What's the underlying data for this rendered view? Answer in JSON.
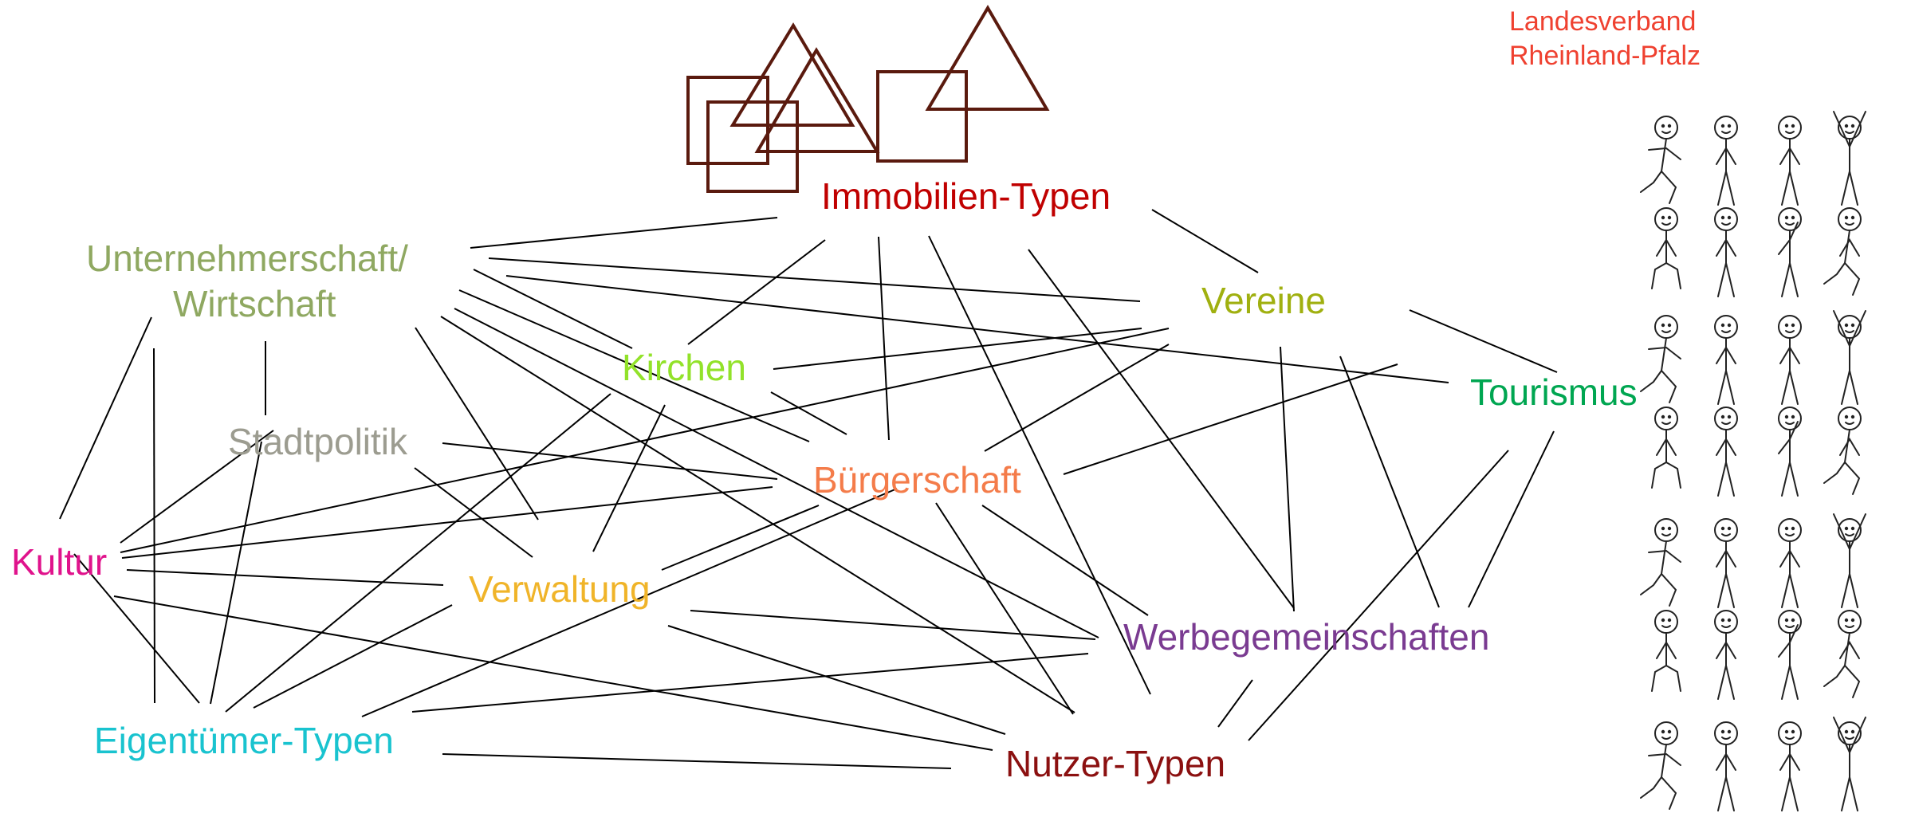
{
  "organization": {
    "line1": "Landesverband",
    "line2": "Rheinland-Pfalz",
    "color": "#ef4130"
  },
  "nodes": {
    "immobilien": {
      "text": "Immobilien-Typen",
      "color": "#c00000"
    },
    "unternehmer_1": {
      "text": "Unternehmerschaft/",
      "color": "#8fa861"
    },
    "unternehmer_2": {
      "text": "Wirtschaft",
      "color": "#8fa861"
    },
    "vereine": {
      "text": "Vereine",
      "color": "#a0b010"
    },
    "kirchen": {
      "text": "Kirchen",
      "color": "#92e22a"
    },
    "tourismus": {
      "text": "Tourismus",
      "color": "#00a651"
    },
    "stadtpolitik": {
      "text": "Stadtpolitik",
      "color": "#9c9c90"
    },
    "buergerschaft": {
      "text": "Bürgerschaft",
      "color": "#f47c4a"
    },
    "kultur": {
      "text": "Kultur",
      "color": "#e0138c"
    },
    "verwaltung": {
      "text": "Verwaltung",
      "color": "#f0b429"
    },
    "werbegemeinschaften": {
      "text": "Werbegemeinschaften",
      "color": "#7a3b91"
    },
    "eigentuemer": {
      "text": "Eigentümer-Typen",
      "color": "#19c3cf"
    },
    "nutzer": {
      "text": "Nutzer-Typen",
      "color": "#8b1010"
    }
  },
  "logo_color": "#5a1a0e",
  "figures_count": 32
}
